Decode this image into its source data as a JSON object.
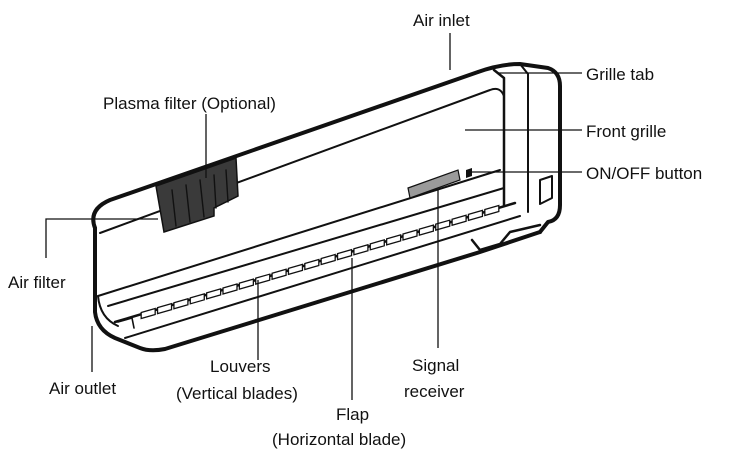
{
  "diagram": {
    "labels": {
      "air_inlet": "Air inlet",
      "grille_tab": "Grille tab",
      "plasma_filter": "Plasma filter (Optional)",
      "front_grille": "Front grille",
      "on_off_button": "ON/OFF button",
      "air_filter": "Air filter",
      "air_outlet": "Air outlet",
      "louvers_line1": "Louvers",
      "louvers_line2": "(Vertical blades)",
      "flap_line1": "Flap",
      "flap_line2": "(Horizontal blade)",
      "signal_line1": "Signal",
      "signal_line2": "receiver"
    },
    "colors": {
      "line": "#111111",
      "filter_fill": "#3a3a3a",
      "receiver_fill": "#9a9a9a",
      "background": "#ffffff"
    }
  }
}
